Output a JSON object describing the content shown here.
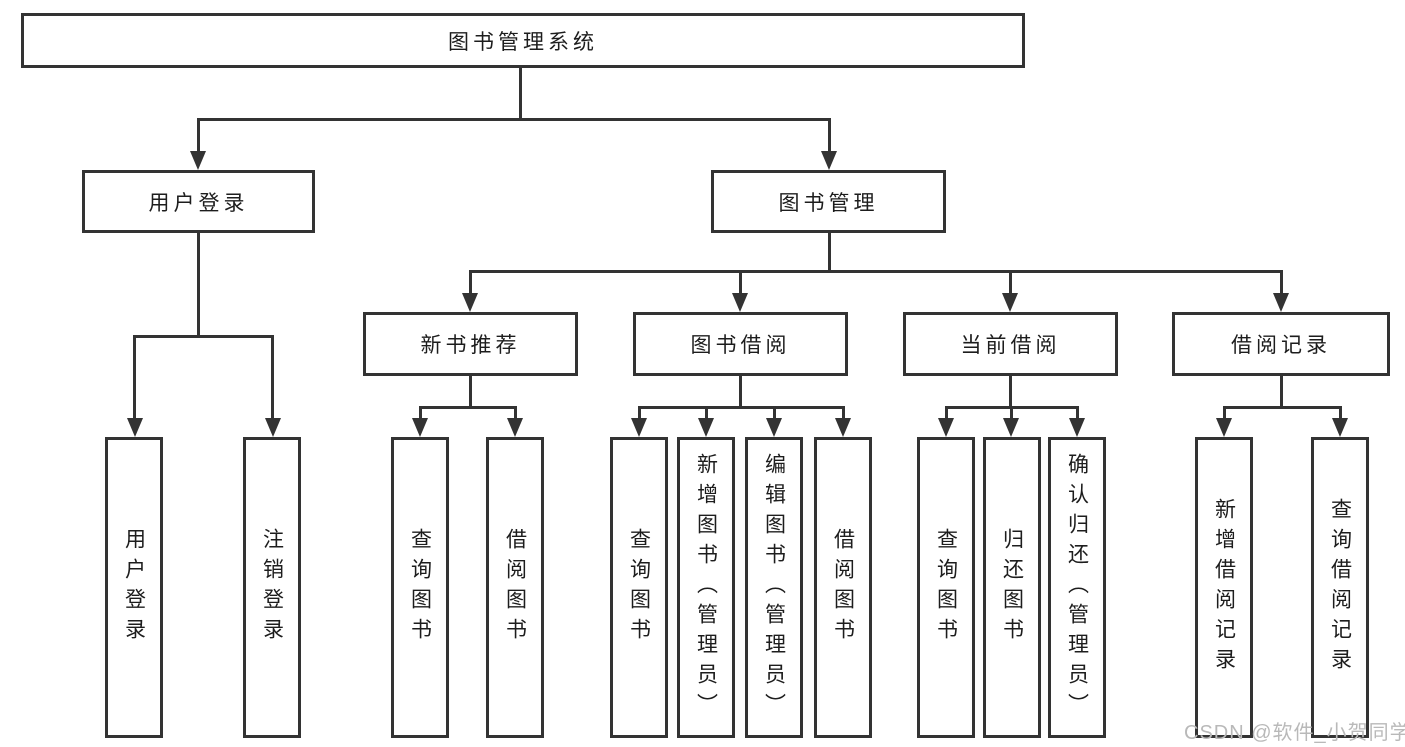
{
  "diagram": {
    "root": {
      "label": "图书管理系统"
    },
    "branches": [
      {
        "label": "用户登录",
        "children": [
          {
            "label": "用户登录"
          },
          {
            "label": "注销登录"
          }
        ]
      },
      {
        "label": "图书管理",
        "modules": [
          {
            "label": "新书推荐",
            "children": [
              {
                "label": "查询图书"
              },
              {
                "label": "借阅图书"
              }
            ]
          },
          {
            "label": "图书借阅",
            "children": [
              {
                "label": "查询图书"
              },
              {
                "label": "新增图书（管理员）"
              },
              {
                "label": "编辑图书（管理员）"
              },
              {
                "label": "借阅图书"
              }
            ]
          },
          {
            "label": "当前借阅",
            "children": [
              {
                "label": "查询图书"
              },
              {
                "label": "归还图书"
              },
              {
                "label": "确认归还（管理员）"
              }
            ]
          },
          {
            "label": "借阅记录",
            "children": [
              {
                "label": "新增借阅记录"
              },
              {
                "label": "查询借阅记录"
              }
            ]
          }
        ]
      }
    ]
  },
  "watermark": {
    "text": "CSDN @软件_小贺同学"
  },
  "colors": {
    "line": "#333333",
    "box_border": "#333333",
    "text": "#1d1d1d",
    "watermark": "#b9b9b9",
    "background": "#ffffff"
  }
}
